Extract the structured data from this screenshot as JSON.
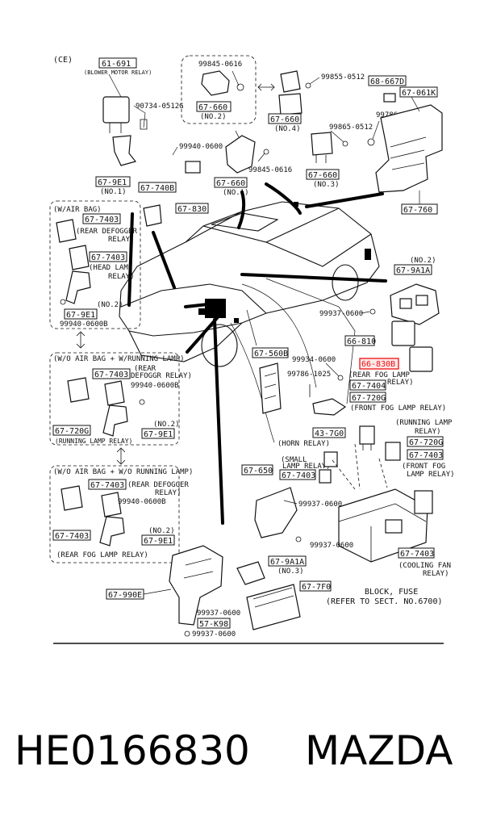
{
  "header": {
    "code": "(CE)"
  },
  "parts": {
    "p61_691": "61-691",
    "blower_relay": "(BLOWER MOTOR RELAY)",
    "b90734": "90734-0512G",
    "p67_9E1_a": "67-9E1",
    "no1_a": "(NO.1)",
    "b99845_top": "99845-0616",
    "p67_660_a": "67-660",
    "no2_a": "(NO.2)",
    "b99855": "99855-0512",
    "p68_667D": "68-667D",
    "p67_061K": "67-061K",
    "p67_660_b": "67-660",
    "no4": "(NO.4)",
    "b99786_top": "99786-0512",
    "b99865": "99865-0512",
    "b99940_top": "99940-0600",
    "b99845_mid": "99845-0616",
    "p67_660_c": "67-660",
    "no1_b": "(NO.1)",
    "p67_660_d": "67-660",
    "no3_a": "(NO.3)",
    "p67_740B": "67-740B",
    "p67_830": "67-830",
    "p67_760": "67-760",
    "w_air_bag": "(W/AIR BAG)",
    "p67_7403_a": "67-7403",
    "rear_defogger_relay_a": "(REAR DEFOGGER",
    "relay_word_a": "RELAY)",
    "p67_7403_b": "67-7403",
    "head_lamp_relay": "(HEAD LAMP",
    "relay_word_b": "RELAY)",
    "p67_9E1_b": "67-9E1",
    "no2_b": "(NO.2)",
    "b99940_b": "99940-0600B",
    "no2_c": "(NO.2)",
    "p67_9A1A_a": "67-9A1A",
    "b99937_right": "99937-0600",
    "p66_810": "66-810",
    "p66_830B": "66-830B",
    "rear_fog_lamp": "(REAR FOG LAMP",
    "relay_word_c": "RELAY)",
    "p67_7404": "67-7404",
    "p67_720G_a": "67-720G",
    "front_fog_relay_a": "(FRONT FOG LAMP RELAY)",
    "p67_560B": "67-560B",
    "b99934": "99934-0600",
    "b99786_mid": "99786-1025",
    "wo_airbag_running": "(W/O AIR BAG + W/RUNNING LAMP)",
    "p67_7403_c": "67-7403",
    "rear_defogger_c": "(REAR",
    "defogger_relay_c": "DEFOGGR RELAY)",
    "b99940_c": "99940-0600B",
    "no2_d": "(NO.2)",
    "p67_720G_b": "67-720G",
    "p67_9E1_c": "67-9E1",
    "running_lamp_relay_a": "(RUNNING LAMP RELAY)",
    "p43_7G0": "43-7G0",
    "running_lamp_b": "(RUNNING LAMP",
    "relay_word_d": "RELAY)",
    "p67_720G_c": "67-720G",
    "p67_7403_d": "67-7403",
    "front_fog_b": "(FRONT FOG",
    "lamp_relay_b": "LAMP RELAY)",
    "horn_relay": "(HORN RELAY)",
    "small": "(SMALL",
    "lamp_relay_c": "LAMP RELAY)",
    "p67_7403_e": "67-7403",
    "wo_airbag_wo_running": "(W/O AIR BAG + W/O RUNNING LAMP)",
    "p67_7403_f": "67-7403",
    "rear_defogger_f": "(REAR DEFOGGER",
    "relay_word_f": "RELAY)",
    "b99940_f": "99940-0600B",
    "no2_f": "(NO.2)",
    "p67_7403_g": "67-7403",
    "p67_9E1_d": "67-9E1",
    "rear_fog_relay_g": "(REAR FOG LAMP RELAY)",
    "p67_650": "67-650",
    "b99937_mid": "99937-0600",
    "b99937_low": "99937-0600",
    "p67_9A1A_b": "67-9A1A",
    "no3_b": "(NO.3)",
    "p67_7403_h": "67-7403",
    "cooling_fan": "(COOLING FAN",
    "relay_word_h": "RELAY)",
    "p67_7F0": "67-7F0",
    "block_fuse": "BLOCK, FUSE",
    "refer_sect": "(REFER TO SECT. NO.6700)",
    "p67_990E": "67-990E",
    "b99937_bot_a": "99937-0600",
    "p57_K98": "57-K98",
    "b99937_bot_b": "99937-0600"
  },
  "caption": {
    "part_number": "HE0166830",
    "brand": "MAZDA"
  }
}
